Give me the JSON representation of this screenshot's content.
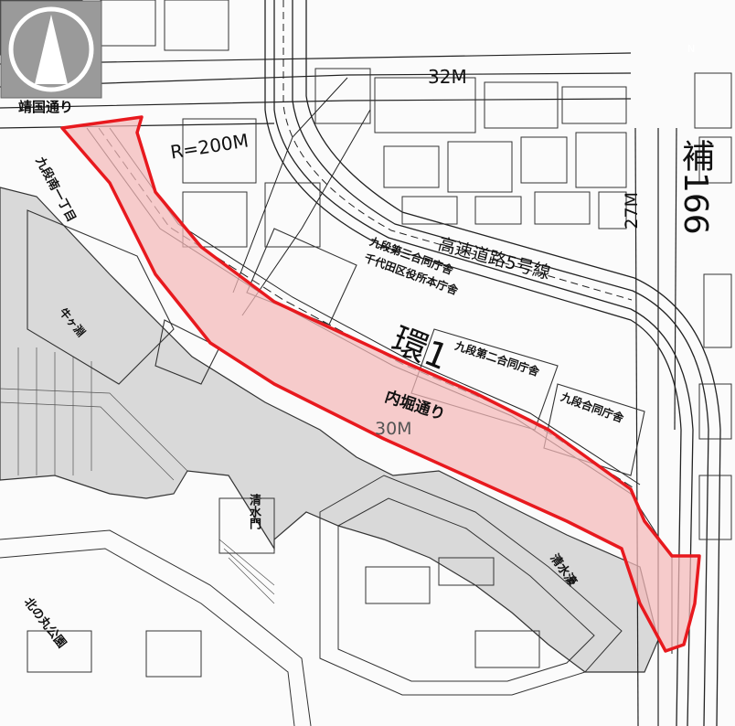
{
  "colors": {
    "water": "#d9d9d9",
    "highlight_fill": "#f4b8b8",
    "highlight_stroke": "#e8191e",
    "line": "#222222",
    "compass_bg": "#9a9a9a"
  },
  "labels": {
    "yasukuni_dori": "靖国通り",
    "radius": "R=200M",
    "width_32m": "32M",
    "width_27m": "27M",
    "width_30m": "30M",
    "route_166": "補166",
    "expressway": "高速道路5号線",
    "kudan_minami": "九段南一丁目",
    "ushigafuchi": "牛ヶ淵",
    "kudan_3rd": "九段第三合同庁舎",
    "chiyoda_office": "千代田区役所本庁舎",
    "kan1": "環1",
    "kudan_2nd": "九段第二合同庁舎",
    "kudan_joint": "九段合同庁舎",
    "uchibori_dori": "内堀通り",
    "shimizumon": "清水門",
    "shimizubori": "清水濠",
    "kitanomaru": "北の丸公園"
  },
  "compass": {
    "north_mark": "N"
  }
}
